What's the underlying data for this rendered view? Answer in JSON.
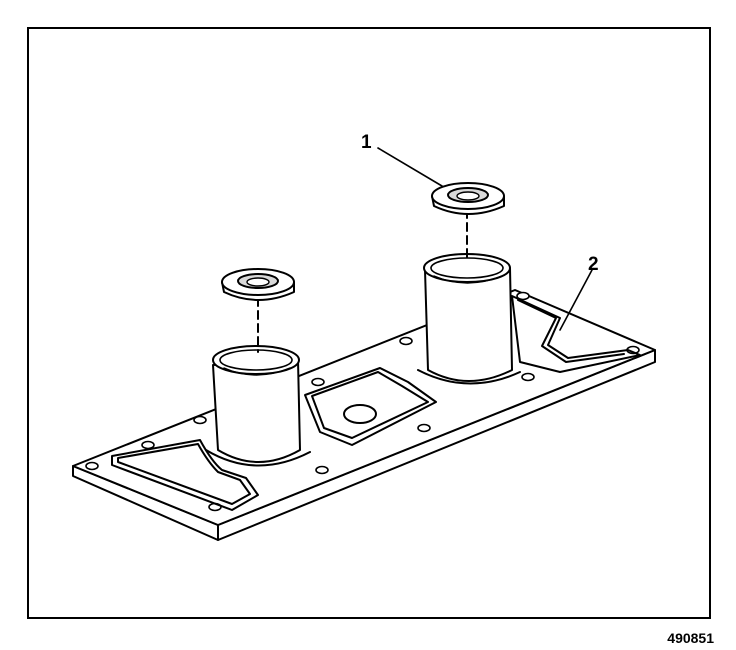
{
  "callouts": [
    {
      "id": "1",
      "label": "1"
    },
    {
      "id": "2",
      "label": "2"
    }
  ],
  "figure_id": "490851",
  "colors": {
    "line": "#000000",
    "fill": "#ffffff",
    "shade": "#d9d9d9"
  }
}
